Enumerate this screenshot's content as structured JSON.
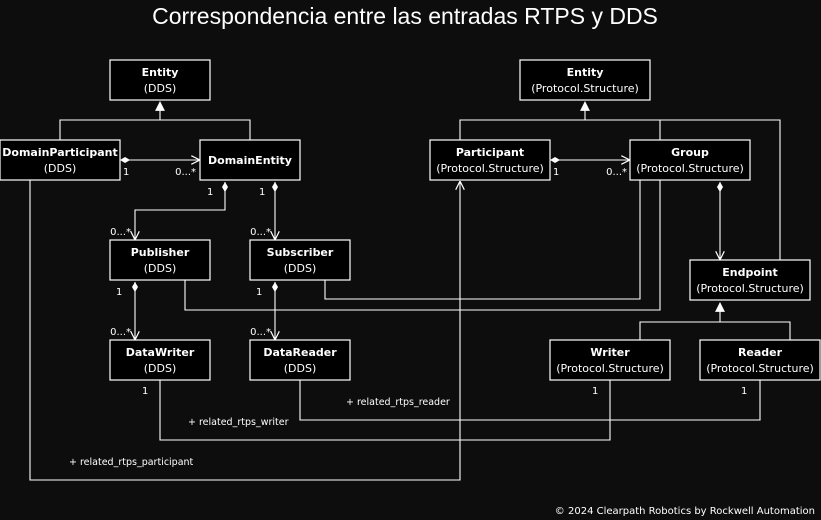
{
  "title": "Correspondencia entre las entradas RTPS y DDS",
  "footer": "© 2024 Clearpath Robotics by Rockwell Automation",
  "nodes": {
    "entity_dds": {
      "name": "Entity",
      "sub": "(DDS)"
    },
    "domain_participant": {
      "name": "DomainParticipant",
      "sub": "(DDS)"
    },
    "domain_entity": {
      "name": "DomainEntity",
      "sub": ""
    },
    "publisher": {
      "name": "Publisher",
      "sub": "(DDS)"
    },
    "subscriber": {
      "name": "Subscriber",
      "sub": "(DDS)"
    },
    "data_writer": {
      "name": "DataWriter",
      "sub": "(DDS)"
    },
    "data_reader": {
      "name": "DataReader",
      "sub": "(DDS)"
    },
    "entity_rtps": {
      "name": "Entity",
      "sub": "(Protocol.Structure)"
    },
    "participant": {
      "name": "Participant",
      "sub": "(Protocol.Structure)"
    },
    "group": {
      "name": "Group",
      "sub": "(Protocol.Structure)"
    },
    "endpoint": {
      "name": "Endpoint",
      "sub": "(Protocol.Structure)"
    },
    "writer": {
      "name": "Writer",
      "sub": "(Protocol.Structure)"
    },
    "reader": {
      "name": "Reader",
      "sub": "(Protocol.Structure)"
    }
  },
  "multiplicities": {
    "dp_one": "1",
    "de_many": "0...*",
    "part_one": "1",
    "group_many": "0...*",
    "de_pub_one": "1",
    "pub_many": "0...*",
    "de_sub_one": "1",
    "sub_many": "0...*",
    "pub_one": "1",
    "dw_many": "0...*",
    "sub_one": "1",
    "dr_many": "0...*",
    "dw_one": "1",
    "writer_one": "1",
    "reader_one": "1"
  },
  "roles": {
    "related_rtps_reader": "+ related_rtps_reader",
    "related_rtps_writer": "+ related_rtps_writer",
    "related_rtps_participant": "+ related_rtps_participant"
  }
}
